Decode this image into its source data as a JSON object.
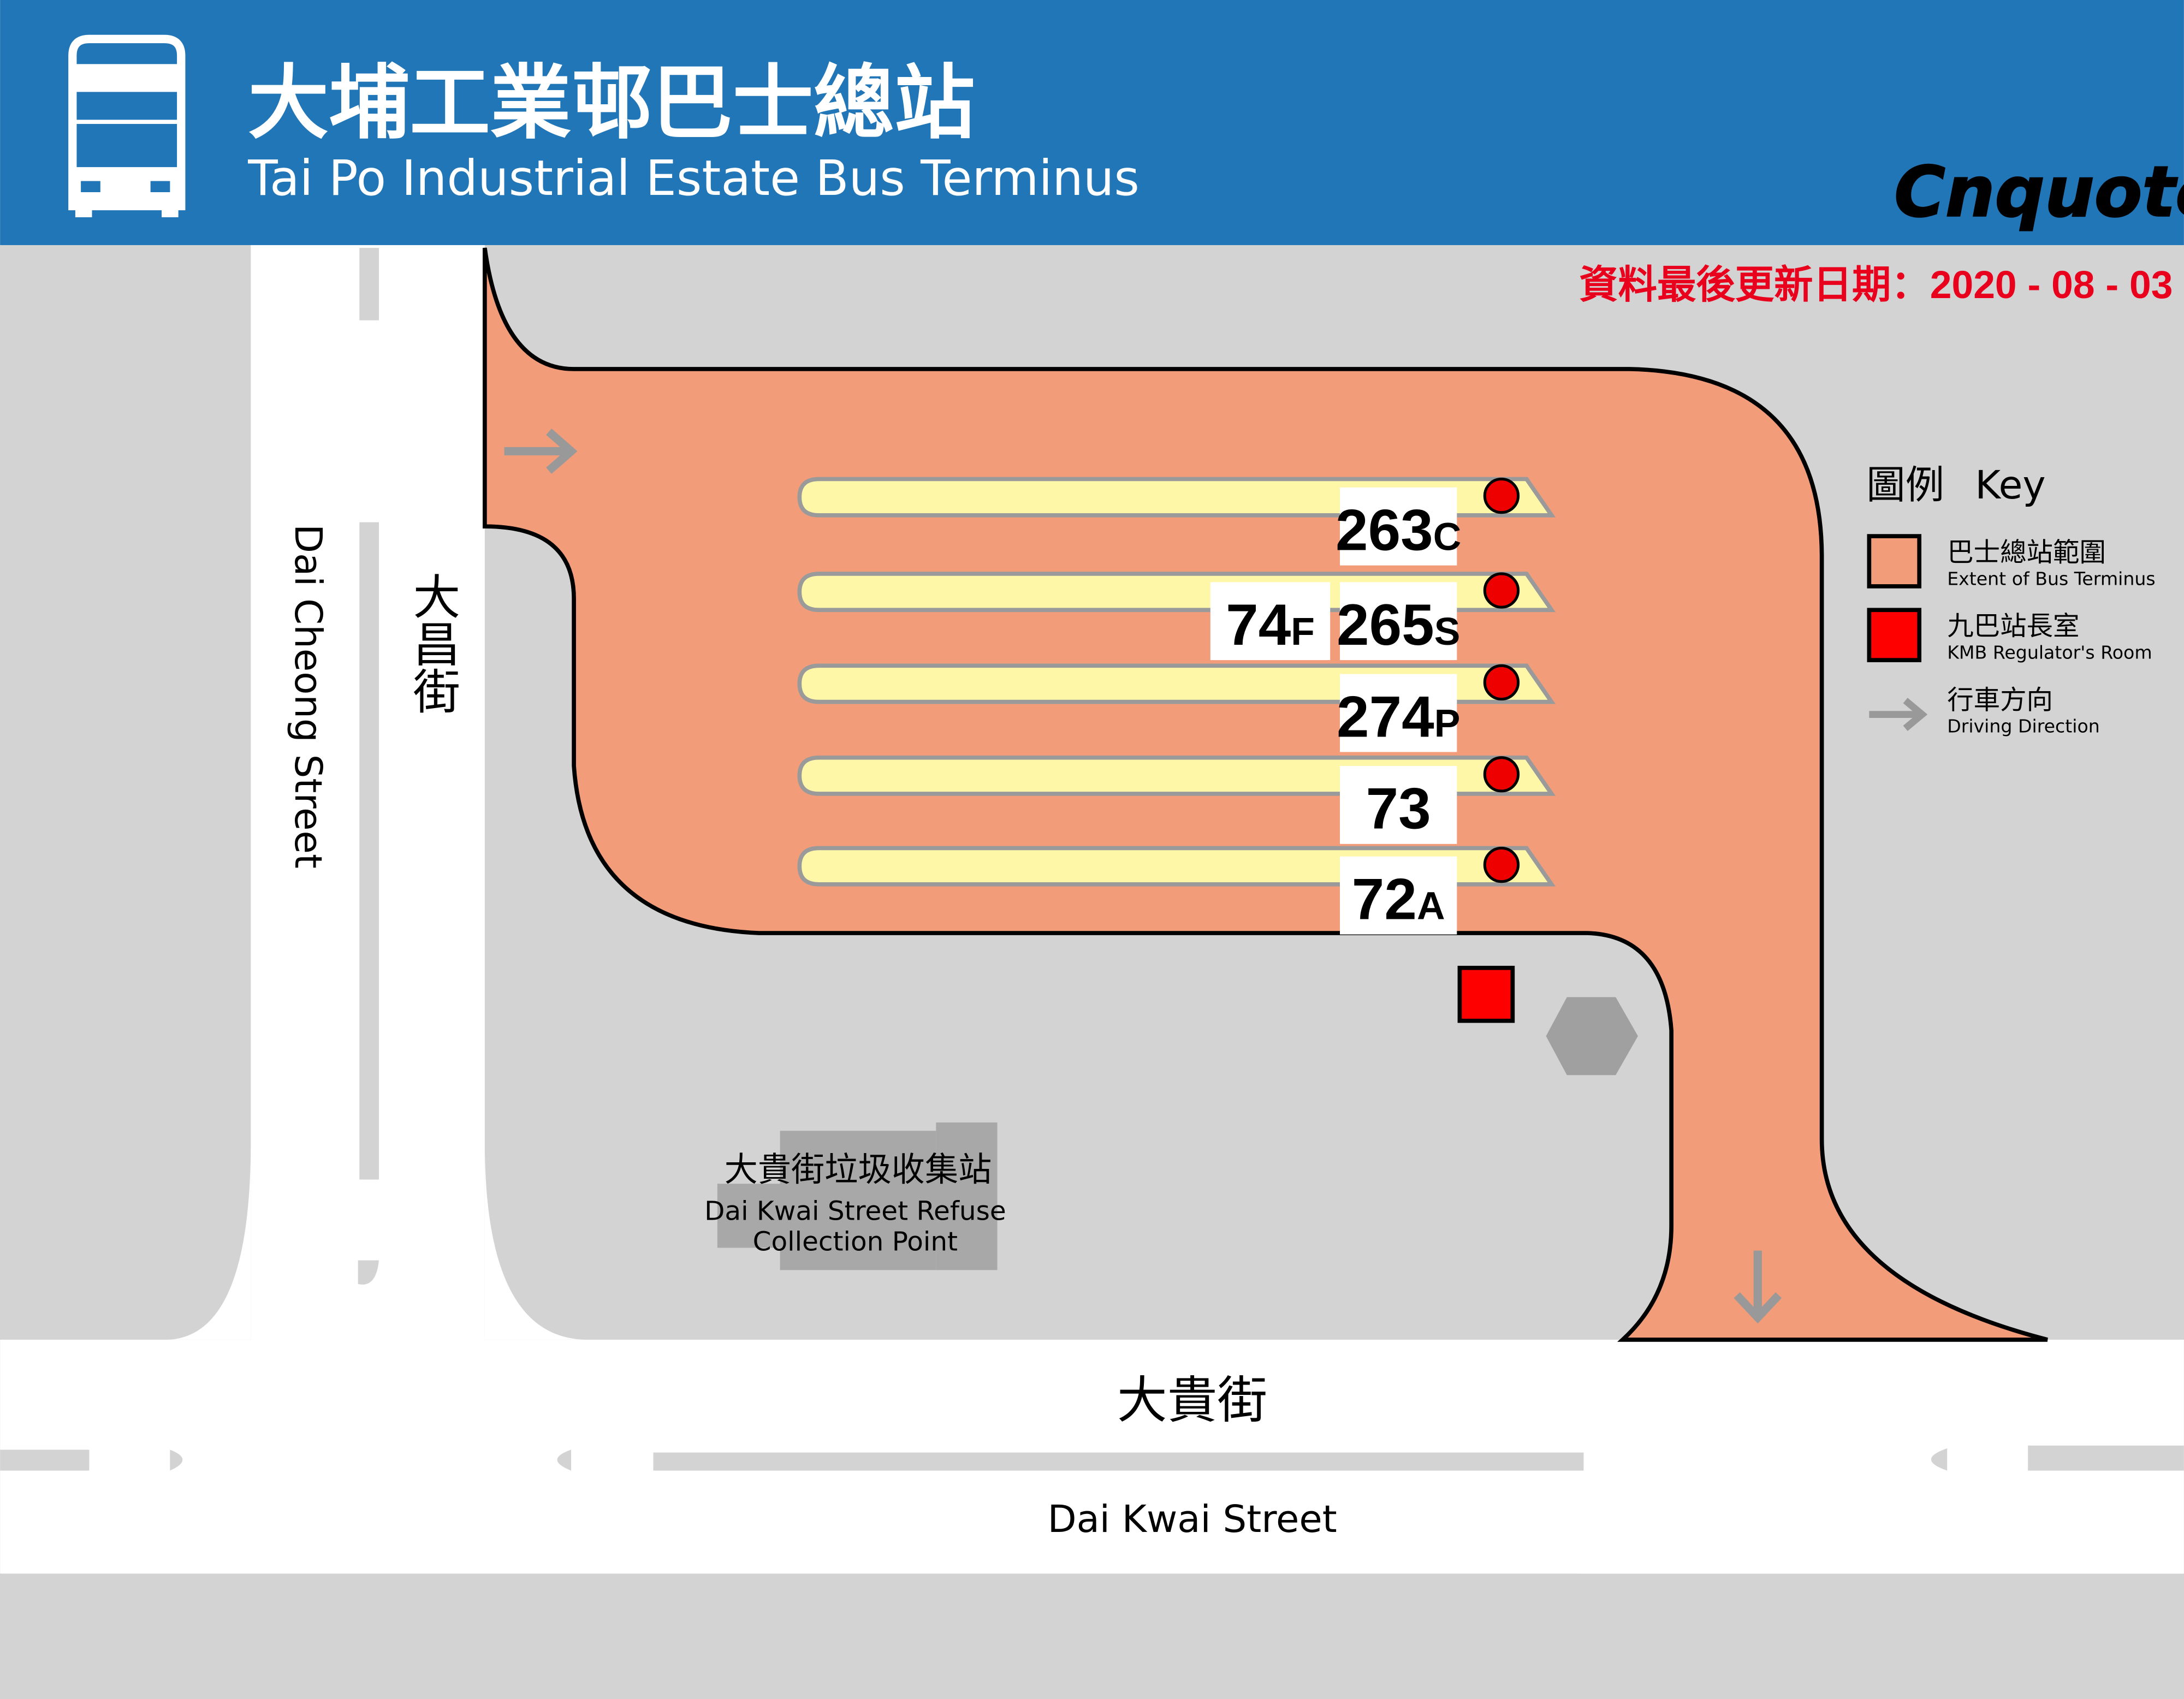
{
  "header": {
    "title_zh": "大埔工業邨巴士總站",
    "title_en": "Tai Po Industrial Estate Bus Terminus",
    "logo": "Cnquote",
    "icon": "double-decker-bus-icon"
  },
  "last_updated": "資料最後更新日期：2020 - 08 - 03",
  "streets": {
    "dai_cheong_zh": "大昌街",
    "dai_cheong_en": "Dai Cheong Street",
    "dai_kwai_zh": "大貴街",
    "dai_kwai_en": "Dai Kwai Street"
  },
  "refuse_point": {
    "zh": "大貴街垃圾收集站",
    "en_line1": "Dai Kwai Street Refuse",
    "en_line2": "Collection Point"
  },
  "bays": [
    {
      "route": "263",
      "suffix": "C",
      "extra": null
    },
    {
      "route": "265",
      "suffix": "S",
      "extra": {
        "route": "74",
        "suffix": "F"
      }
    },
    {
      "route": "274",
      "suffix": "P",
      "extra": null
    },
    {
      "route": "73",
      "suffix": "",
      "extra": null
    },
    {
      "route": "72",
      "suffix": "A",
      "extra": null
    }
  ],
  "legend": {
    "title_zh": "圖例",
    "title_en": "Key",
    "items": [
      {
        "zh": "巴士總站範圍",
        "en": "Extent of Bus Terminus",
        "swatch": "#f39c7a"
      },
      {
        "zh": "九巴站長室",
        "en": "KMB Regulator's Room",
        "swatch": "#ff0000"
      },
      {
        "zh": "行車方向",
        "en": "Driving Direction",
        "swatch": "#999999"
      }
    ]
  },
  "colors": {
    "header_bg": "#2176b8",
    "terminus": "#f39c7a",
    "bay": "#fff7a8",
    "road": "#ffffff",
    "ground": "#d3d3d3",
    "stop": "#ee0000",
    "arrow": "#999999",
    "date_text": "#e8001c"
  }
}
